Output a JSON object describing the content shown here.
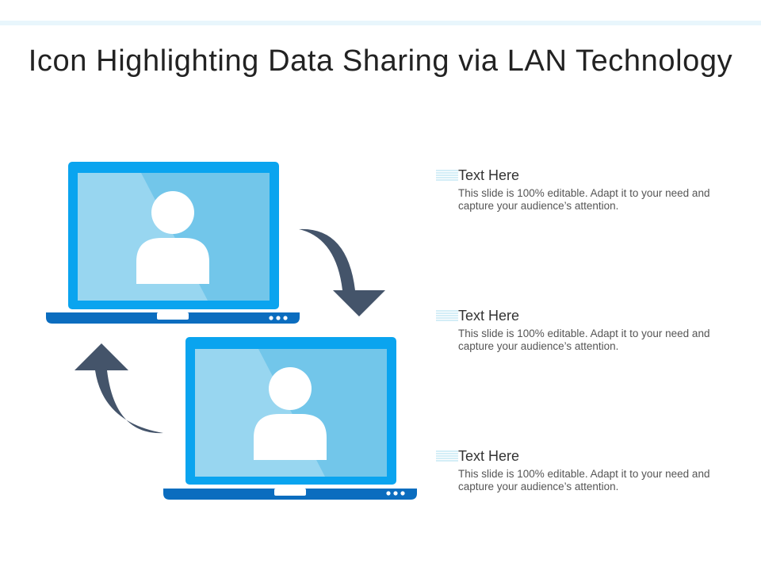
{
  "title": "Icon Highlighting Data Sharing via LAN Technology",
  "colors": {
    "laptop_frame": "#0aa4ef",
    "laptop_base": "#0b6dbf",
    "screen": "#72c6ea",
    "screen_highlight": "#98d6f0",
    "arrow": "#44546a",
    "band": "#e8f6fc"
  },
  "icons": [
    "laptop-icon",
    "user-icon",
    "curved-arrow-icon"
  ],
  "text_items": [
    {
      "heading": "Text Here",
      "body": "This slide is 100% editable. Adapt it to your need and capture your audience’s attention."
    },
    {
      "heading": "Text Here",
      "body": "This slide is 100% editable. Adapt it to your need and capture your audience’s attention."
    },
    {
      "heading": "Text Here",
      "body": "This slide is 100% editable. Adapt it to your need and capture your audience’s attention."
    }
  ]
}
